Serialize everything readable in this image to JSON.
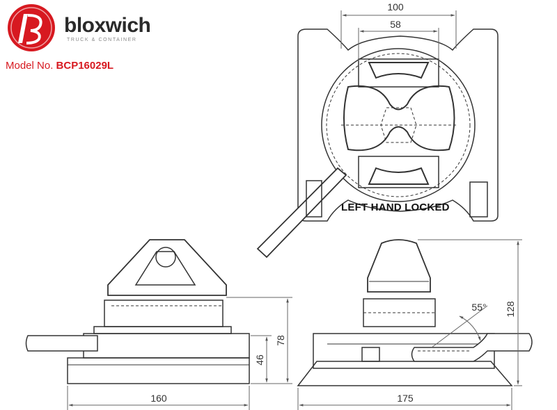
{
  "brand": {
    "name": "bloxwich",
    "tagline": "TRUCK & CONTAINER",
    "accent_color": "#d71920",
    "logo_icon": "bloxwich-b-logo-icon"
  },
  "model": {
    "label": "Model No.",
    "number": "BCP16029L"
  },
  "top_view": {
    "label": "LEFT HAND LOCKED",
    "dimensions": {
      "outer_width": "100",
      "inner_width": "58"
    }
  },
  "front_view": {
    "dimensions": {
      "width": "160",
      "height_total": "78",
      "height_base": "46"
    }
  },
  "side_view": {
    "dimensions": {
      "width": "175",
      "height": "128",
      "angle": "55°"
    }
  },
  "colors": {
    "line": "#333333",
    "dim_line": "#666666",
    "text": "#111111"
  }
}
